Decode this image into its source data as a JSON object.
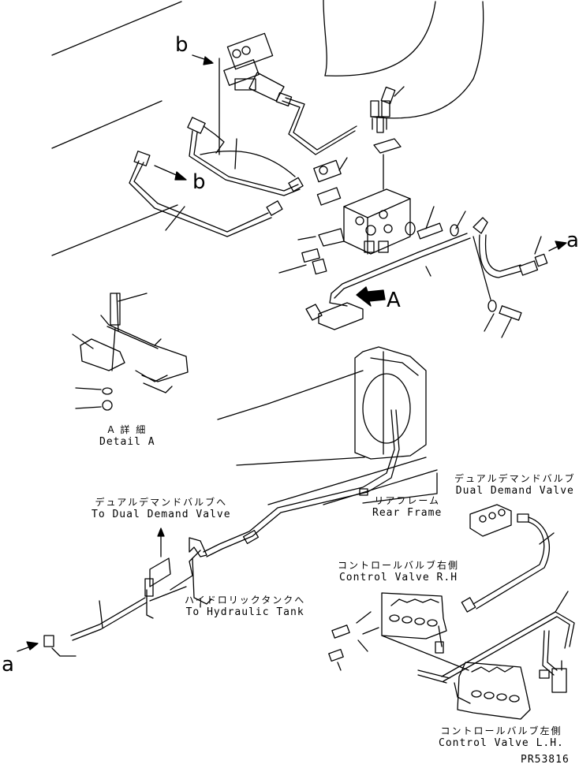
{
  "view_refs": {
    "a_left": "a",
    "a_right": "a",
    "b_top": "b",
    "b_mid": "b",
    "A_arrow": "A"
  },
  "labels": {
    "detail_a": {
      "jp": "A 詳 細",
      "en": "Detail A"
    },
    "to_dual_demand_valve": {
      "jp": "デュアルデマンドバルブへ",
      "en": "To Dual Demand Valve"
    },
    "rear_frame": {
      "jp": "リアフレーム",
      "en": "Rear Frame"
    },
    "dual_demand_valve": {
      "jp": "デュアルデマンドバルブ",
      "en": "Dual Demand Valve"
    },
    "control_valve_rh": {
      "jp": "コントロールバルブ右側",
      "en": "Control Valve R.H"
    },
    "to_hydraulic_tank": {
      "jp": "ハイドロリックタンクへ",
      "en": "To Hydraulic Tank"
    },
    "control_valve_lh": {
      "jp": "コントロールバルブ左側",
      "en": "Control Valve L.H."
    }
  },
  "drawing_number": "PR53816"
}
